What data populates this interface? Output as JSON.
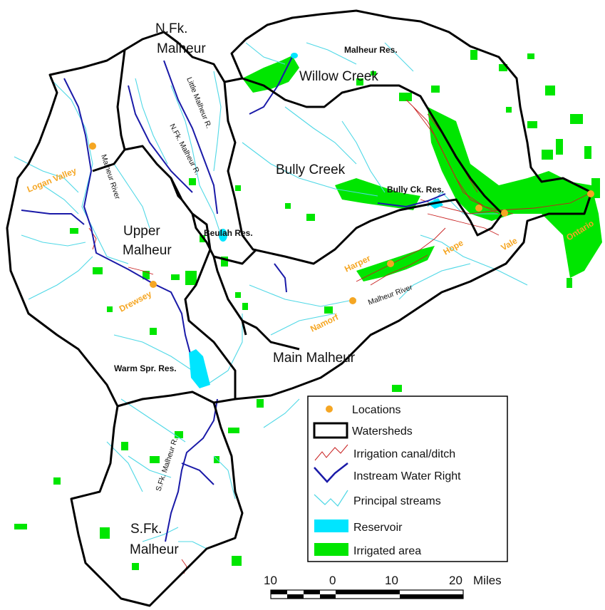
{
  "colors": {
    "watershed": "#000000",
    "instream": "#1a1aa8",
    "streams": "#4fd8e6",
    "canal": "#c81e1e",
    "reservoir": "#00e5ff",
    "irrigated": "#00e600",
    "location": "#f5a623"
  },
  "watersheds": {
    "nfk": "N.Fk.",
    "nfk2": "Malheur",
    "willow": "Willow Creek",
    "bully": "Bully Creek",
    "upper": "Upper",
    "upper2": "Malheur",
    "main": "Main Malheur",
    "sfk": "S.Fk.",
    "sfk2": "Malheur"
  },
  "reservoirs": {
    "malheur": "Malheur Res.",
    "bully": "Bully Ck. Res.",
    "beulah": "Beulah Res.",
    "warm": "Warm Spr. Res."
  },
  "rivers": {
    "little_malheur": "Little Malheur R.",
    "nfk_malheur": "N.Fk. Malheur R.",
    "malheur_river_upper": "Malheur River",
    "malheur_river_main": "Malheur River",
    "sfk_malheur": "S.Fk. Malheur R."
  },
  "locations": {
    "logan": "Logan Valley",
    "drewsey": "Drewsey",
    "namorf": "Namorf",
    "harper": "Harper",
    "hope": "Hope",
    "vale": "Vale",
    "ontario": "Ontario"
  },
  "legend": {
    "items": [
      {
        "label": "Locations"
      },
      {
        "label": "Watersheds"
      },
      {
        "label": "Irrigation canal/ditch"
      },
      {
        "label": "Instream Water Right"
      },
      {
        "label": "Principal streams"
      },
      {
        "label": "Reservoir"
      },
      {
        "label": "Irrigated area"
      }
    ]
  },
  "scale": {
    "t1": "10",
    "t2": "0",
    "t3": "10",
    "t4": "20",
    "unit": "Miles"
  }
}
